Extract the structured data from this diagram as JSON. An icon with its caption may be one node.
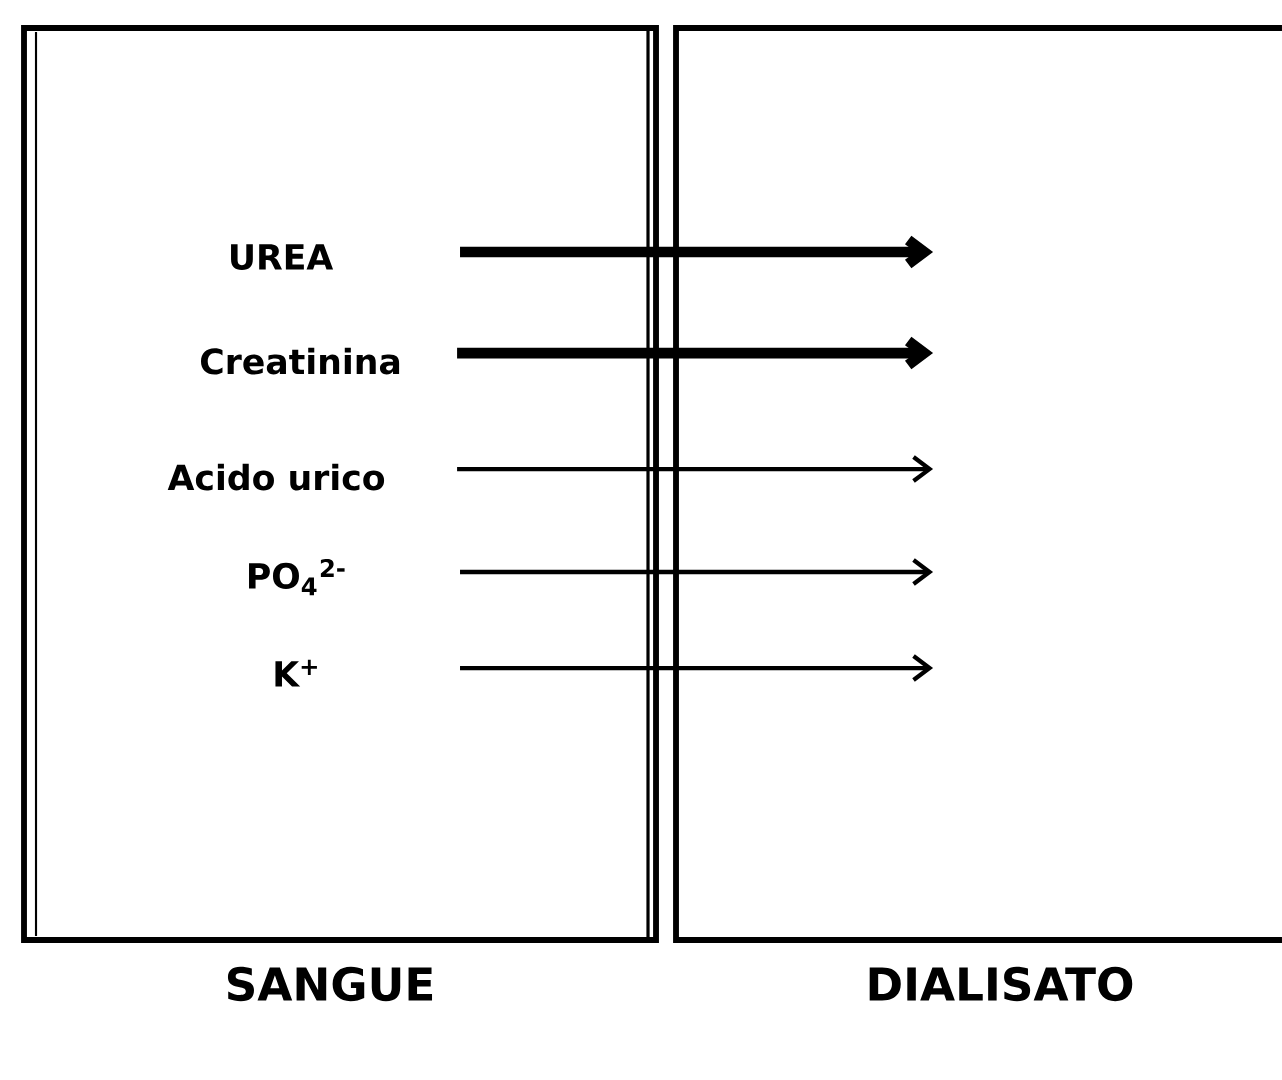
{
  "diagram": {
    "nodes": [
      {
        "text": [
          "SANGUE"
        ]
      },
      {
        "text": [
          "DIALISATO"
        ]
      },
      {
        "text": [
          "UREA"
        ],
        "in": 0
      },
      {
        "text": [
          "Creatinina"
        ],
        "in": 0
      },
      {
        "text": [
          "Acido urico"
        ],
        "in": 0
      },
      {
        "text": [
          "PO$_{4}$$^{2-}$"
        ],
        "in": 0
      },
      {
        "text": [
          "K$^{+}$"
        ],
        "in": 0
      }
    ],
    "edges": [
      {
        "from": null,
        "to": 1,
        "arrow": "to",
        "style": "thick"
      },
      {
        "from": 3,
        "to": 1,
        "arrow": "to",
        "style": "thick"
      },
      {
        "from": 4,
        "to": 1,
        "arrow": "to"
      },
      {
        "from": null,
        "to": 1,
        "arrow": "to"
      },
      {
        "from": null,
        "to": 1,
        "arrow": "to"
      }
    ]
  }
}
